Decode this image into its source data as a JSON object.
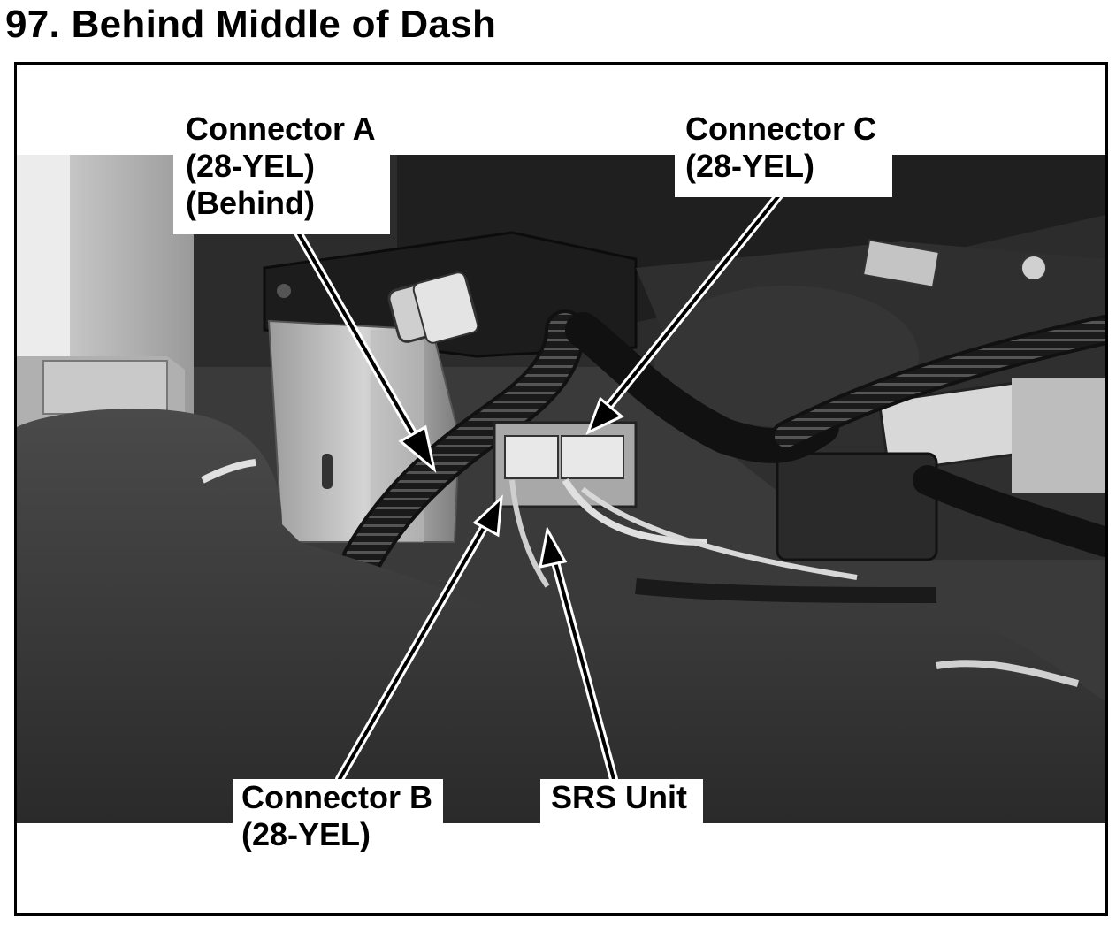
{
  "page": {
    "title": "97. Behind Middle of Dash"
  },
  "callouts": {
    "connector_a": {
      "line1": "Connector A",
      "line2": "(28-YEL)",
      "line3": "(Behind)"
    },
    "connector_b": {
      "line1": "Connector B",
      "line2": "(28-YEL)"
    },
    "connector_c": {
      "line1": "Connector C",
      "line2": "(28-YEL)"
    },
    "srs_unit": {
      "line1": "SRS Unit"
    }
  }
}
